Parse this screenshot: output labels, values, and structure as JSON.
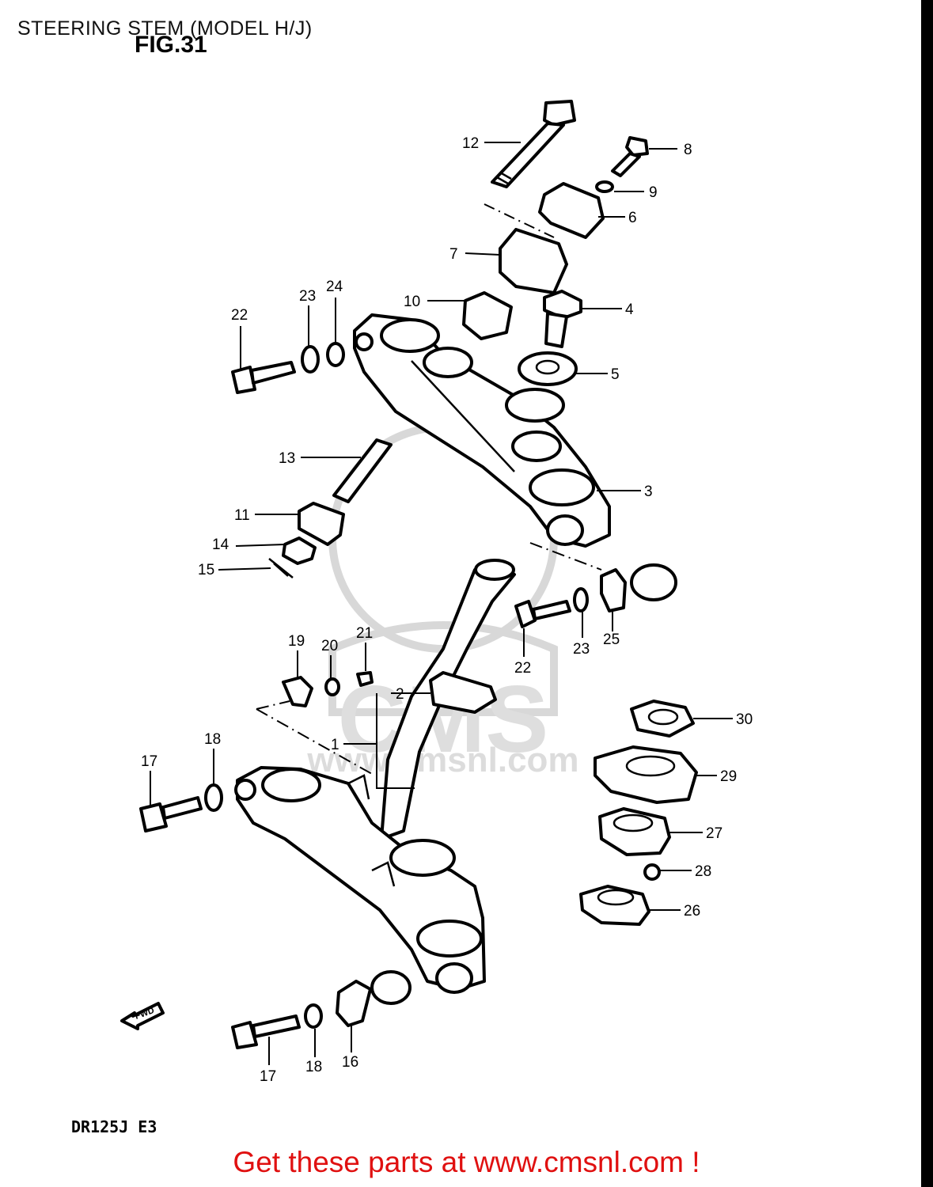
{
  "header": {
    "title": "STEERING STEM (MODEL H/J)",
    "figure": "FIG.31"
  },
  "model_code": "DR125J E3",
  "footer": {
    "text": "Get these parts at www.cmsnl.com !"
  },
  "watermark": {
    "text": "www.cmsnl.com",
    "logo": "CMS"
  },
  "fwd_label": "FWD",
  "colors": {
    "footer_text": "#e01010",
    "line": "#000000",
    "watermark": "#d8d8d8"
  },
  "callouts": [
    {
      "id": "12",
      "text": "12"
    },
    {
      "id": "8",
      "text": "8"
    },
    {
      "id": "9",
      "text": "9"
    },
    {
      "id": "6",
      "text": "6"
    },
    {
      "id": "7",
      "text": "7"
    },
    {
      "id": "10",
      "text": "10"
    },
    {
      "id": "4",
      "text": "4"
    },
    {
      "id": "5",
      "text": "5"
    },
    {
      "id": "22a",
      "text": "22"
    },
    {
      "id": "23a",
      "text": "23"
    },
    {
      "id": "24",
      "text": "24"
    },
    {
      "id": "13",
      "text": "13"
    },
    {
      "id": "3",
      "text": "3"
    },
    {
      "id": "11",
      "text": "11"
    },
    {
      "id": "14",
      "text": "14"
    },
    {
      "id": "15",
      "text": "15"
    },
    {
      "id": "19",
      "text": "19"
    },
    {
      "id": "20",
      "text": "20"
    },
    {
      "id": "21",
      "text": "21"
    },
    {
      "id": "2",
      "text": "2"
    },
    {
      "id": "1",
      "text": "1"
    },
    {
      "id": "22b",
      "text": "22"
    },
    {
      "id": "23b",
      "text": "23"
    },
    {
      "id": "25",
      "text": "25"
    },
    {
      "id": "30",
      "text": "30"
    },
    {
      "id": "29",
      "text": "29"
    },
    {
      "id": "27",
      "text": "27"
    },
    {
      "id": "28",
      "text": "28"
    },
    {
      "id": "26",
      "text": "26"
    },
    {
      "id": "17a",
      "text": "17"
    },
    {
      "id": "18a",
      "text": "18"
    },
    {
      "id": "17b",
      "text": "17"
    },
    {
      "id": "18b",
      "text": "18"
    },
    {
      "id": "16",
      "text": "16"
    }
  ]
}
